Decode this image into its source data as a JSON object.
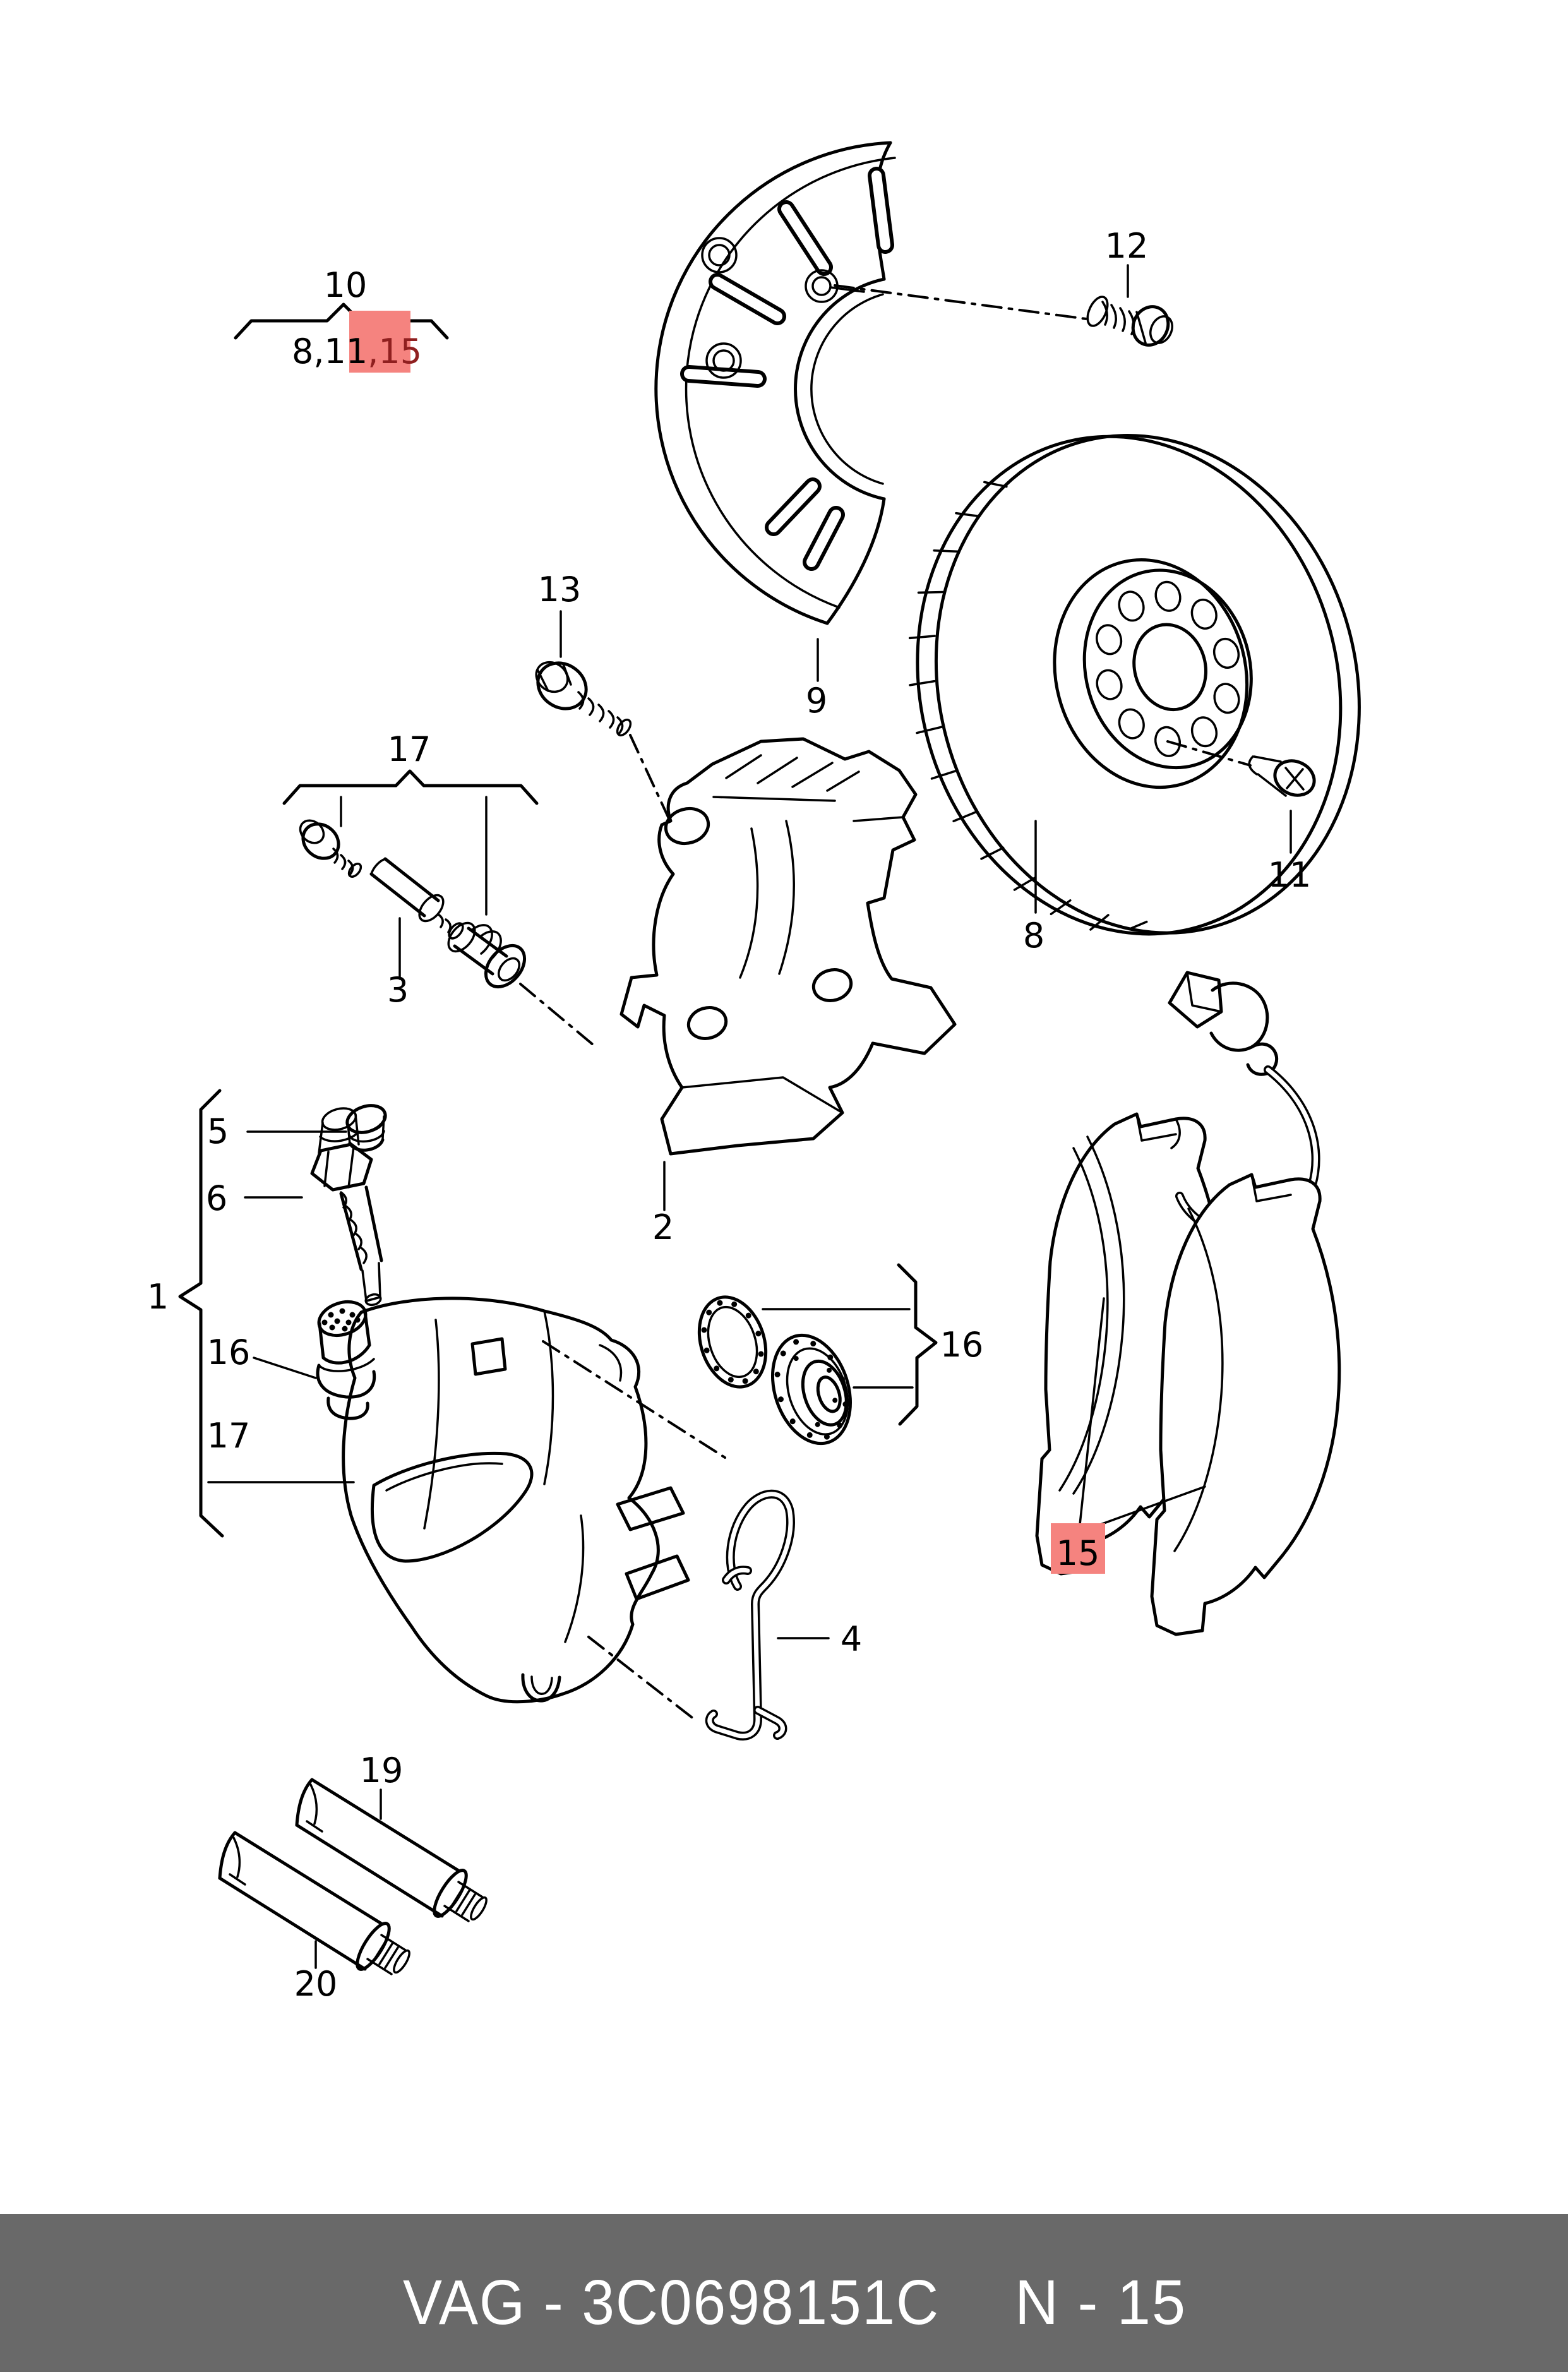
{
  "page": {
    "background": "#ffffff",
    "line_color": "#000000"
  },
  "highlight": {
    "box_color": "#f5837f",
    "text_color": "#8f1f1f"
  },
  "footer": {
    "bg": "#696969",
    "text_color": "#ffffff",
    "part_number": "VAG - 3C0698151C",
    "page_ref": "N - 15"
  },
  "callouts": {
    "bracket_group": "10",
    "bracket_items": "8,11",
    "bracket_items_highlighted": ",15",
    "splash_shield": "9",
    "shield_bolt": "12",
    "brake_disc": "8",
    "disc_screw": "11",
    "carrier_bolt": "13",
    "guide_pin_kit": "17",
    "guide_pin": "3",
    "caliper_carrier": "2",
    "caliper_assembly": "1",
    "dust_cap": "5",
    "bleeder_valve": "6",
    "seal_kit_left": "16",
    "guide_bush_left": "17",
    "seal_kit_right": "16",
    "retaining_spring": "4",
    "brake_pads": "15",
    "grease_tube_small": "19",
    "grease_tube_large": "20"
  }
}
